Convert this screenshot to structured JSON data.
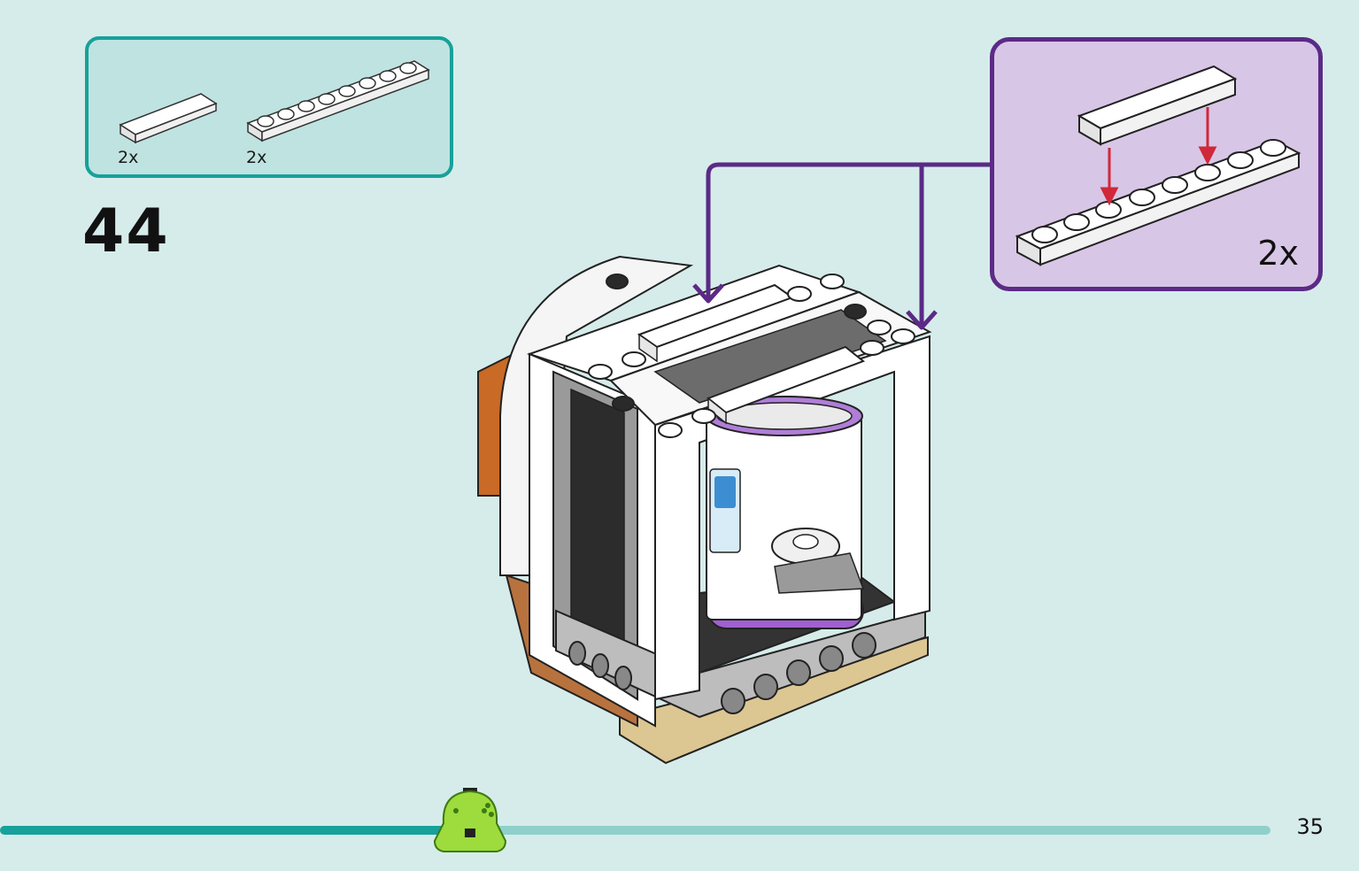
{
  "step": {
    "number": "44"
  },
  "parts": [
    {
      "name": "tile-1x4-white",
      "quantity": "2x"
    },
    {
      "name": "plate-1x8-white",
      "quantity": "2x"
    }
  ],
  "callout": {
    "quantity": "2x"
  },
  "progress": {
    "fraction": 0.37
  },
  "page": {
    "number": "35"
  },
  "colors": {
    "background": "#d6ecea",
    "parts_border": "#17a19a",
    "callout_border": "#5b2a87",
    "callout_fill": "#d8c6e6",
    "arrow_red": "#d0283a",
    "progress_done": "#17a19a",
    "progress_todo": "#8fd0cc",
    "mascot": "#9ddc3c"
  }
}
